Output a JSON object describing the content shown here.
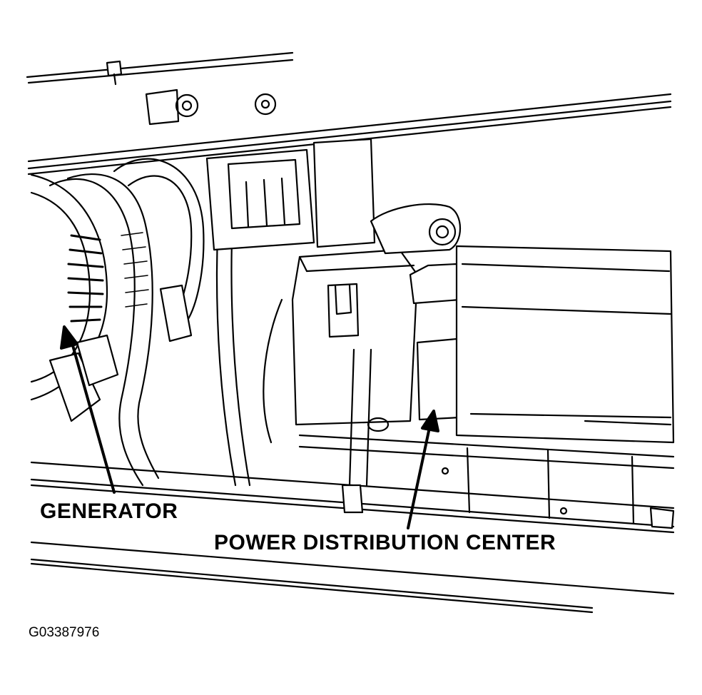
{
  "labels": {
    "generator": "GENERATOR",
    "power_distribution_center": "POWER DISTRIBUTION CENTER"
  },
  "figure_id": "G03387976",
  "colors": {
    "line": "#000000",
    "background": "#ffffff"
  }
}
